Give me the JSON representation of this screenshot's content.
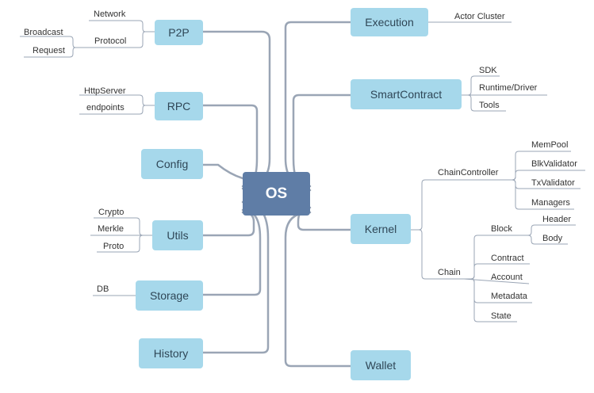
{
  "root": "OS",
  "left": {
    "p2p": "P2P",
    "p2p_children": {
      "network": "Network",
      "protocol": "Protocol",
      "broadcast": "Broadcast",
      "request": "Request"
    },
    "rpc": "RPC",
    "rpc_children": {
      "httpserver": "HttpServer",
      "endpoints": "endpoints"
    },
    "config": "Config",
    "utils": "Utils",
    "utils_children": {
      "crypto": "Crypto",
      "merkle": "Merkle",
      "proto": "Proto"
    },
    "storage": "Storage",
    "storage_children": {
      "db": "DB"
    },
    "history": "History"
  },
  "right": {
    "execution": "Execution",
    "execution_children": {
      "actor_cluster": "Actor Cluster"
    },
    "smartcontract": "SmartContract",
    "smartcontract_children": {
      "sdk": "SDK",
      "runtime": "Runtime/Driver",
      "tools": "Tools"
    },
    "kernel": "Kernel",
    "kernel_children": {
      "chaincontroller": "ChainController",
      "chaincontroller_children": {
        "mempool": "MemPool",
        "blkvalidator": "BlkValidator",
        "txvalidator": "TxValidator",
        "managers": "Managers"
      },
      "chain": "Chain",
      "chain_children": {
        "block": "Block",
        "block_children": {
          "header": "Header",
          "body": "Body"
        },
        "contract": "Contract",
        "account": "Account",
        "metadata": "Metadata",
        "state": "State"
      }
    },
    "wallet": "Wallet"
  },
  "colors": {
    "root": "#5f7da6",
    "node": "#a6d8eb",
    "connector": "#9aa5b5",
    "leaf_line": "#9aa5b5"
  }
}
